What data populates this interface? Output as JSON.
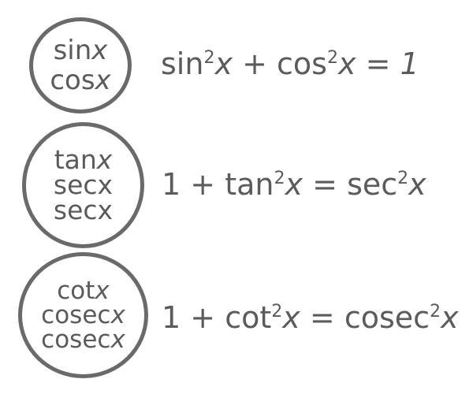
{
  "rows": [
    {
      "circle_lines": [
        {
          "fn": "sin",
          "var": "x"
        },
        {
          "fn": "cos",
          "var": "x"
        }
      ],
      "identity": {
        "lhs_1": "sin",
        "lhs_1_exp": "2",
        "lhs_1_var": "x",
        "plus": "+",
        "lhs_2": "cos",
        "lhs_2_exp": "2",
        "lhs_2_var": "x",
        "equals": "=",
        "rhs": "1"
      }
    },
    {
      "circle_lines": [
        {
          "fn": "tan",
          "var": "x"
        },
        {
          "fn": "secx",
          "var": ""
        },
        {
          "fn": "secx",
          "var": ""
        }
      ],
      "identity": {
        "lhs_1": "1",
        "plus": "+",
        "lhs_2": "tan",
        "lhs_2_exp": "2",
        "lhs_2_var": "x",
        "equals": "=",
        "rhs": "sec",
        "rhs_exp": "2",
        "rhs_var": "x"
      }
    },
    {
      "circle_lines": [
        {
          "fn": "cot",
          "var": "x"
        },
        {
          "fn": "cosec",
          "var": "x"
        },
        {
          "fn": "cosec",
          "var": "x"
        }
      ],
      "identity": {
        "lhs_1": "1",
        "plus": "+",
        "lhs_2": "cot",
        "lhs_2_exp": "2",
        "lhs_2_var": "x",
        "equals": "=",
        "rhs": "cosec",
        "rhs_exp": "2",
        "rhs_var": "x"
      }
    }
  ]
}
